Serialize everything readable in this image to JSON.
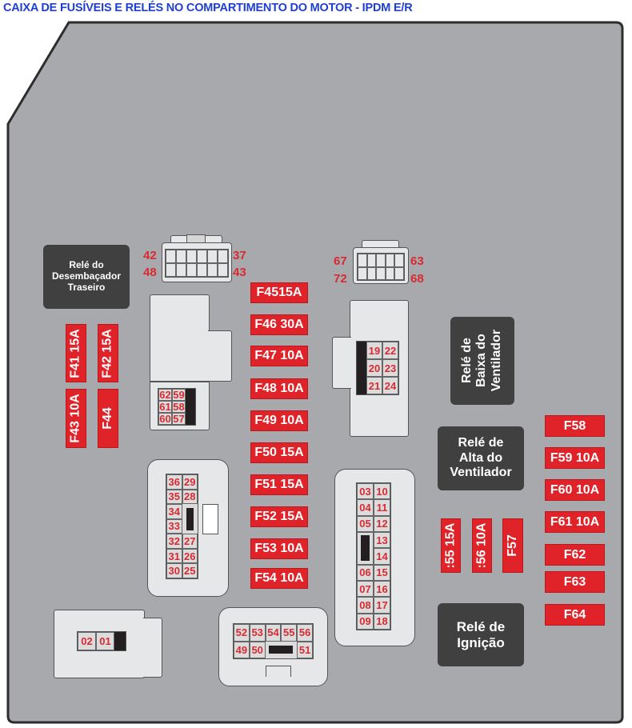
{
  "title": "CAIXA DE FUSÍVEIS E RELÉS NO COMPARTIMENTO DO MOTOR - IPDM E/R",
  "colors": {
    "board": "#a7a9ac",
    "fuse": "#e02229",
    "relay": "#404041",
    "title": "#1f3fcf"
  },
  "relays": {
    "desembacador": [
      "Relé do",
      "Desembaçador",
      "Traseiro"
    ],
    "baixa": [
      "Relé de",
      "Baixa do",
      "Ventilador"
    ],
    "alta": [
      "Relé de",
      "Alta do",
      "Ventilador"
    ],
    "ignicao": [
      "Relé de",
      "Ignição"
    ]
  },
  "fuses": {
    "F41": "F41 15A",
    "F42": "F42 15A",
    "F43": "F43 10A",
    "F44": "F44",
    "F45": "F4515A",
    "F46": "F46 30A",
    "F47": "F47 10A",
    "F48": "F48 10A",
    "F49": "F49 10A",
    "F50": "F50 15A",
    "F51": "F51 15A",
    "F52": "F52 15A",
    "F53": "F53 10A",
    "F54": "F54 10A",
    "F55": ":55 15A",
    "F56": ":56 10A",
    "F57": "F57",
    "F58": "F58",
    "F59": "F59 10A",
    "F60": "F60 10A",
    "F61": "F61 10A",
    "F62": "F62",
    "F63": "F63",
    "F64": "F64"
  },
  "connectors": {
    "top_left": {
      "tl": "42",
      "bl": "48",
      "tr": "37",
      "br": "43"
    },
    "top_right": {
      "tl": "67",
      "bl": "72",
      "tr": "63",
      "br": "68"
    },
    "relay_left": [
      "62",
      "59",
      "61",
      "58",
      "60",
      "57"
    ],
    "relay_right": [
      "19",
      "22",
      "20",
      "23",
      "21",
      "24"
    ],
    "mid_left": [
      "36",
      "29",
      "35",
      "28",
      "34",
      "33",
      "32",
      "27",
      "31",
      "26",
      "30",
      "25"
    ],
    "mid_right": [
      "03",
      "10",
      "04",
      "11",
      "05",
      "12",
      "13",
      "14",
      "06",
      "15",
      "07",
      "16",
      "08",
      "17",
      "09",
      "18"
    ],
    "bottom": [
      "52",
      "53",
      "54",
      "55",
      "56",
      "49",
      "50",
      "51"
    ],
    "small": [
      "02",
      "01"
    ]
  }
}
